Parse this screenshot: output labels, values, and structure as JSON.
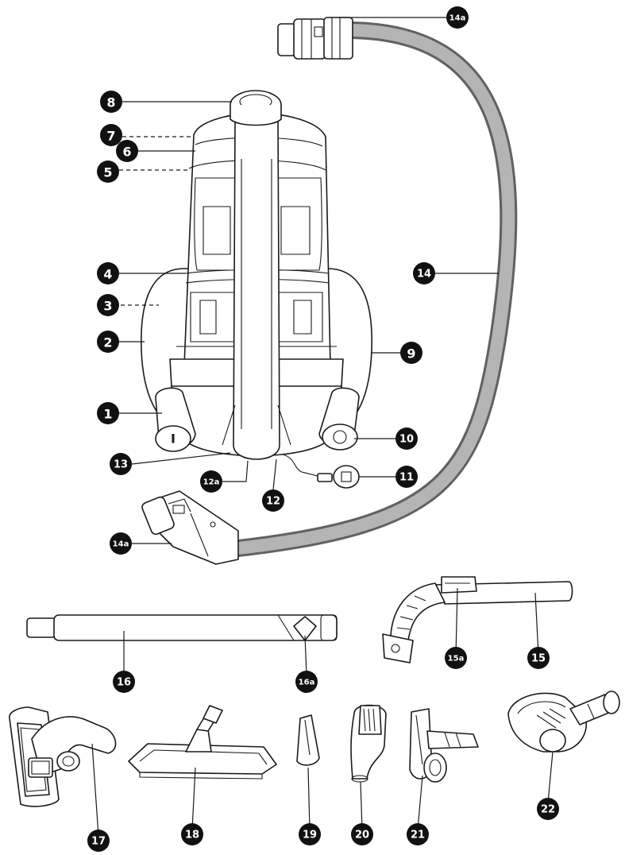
{
  "colors": {
    "line": "#1a1a1a",
    "badge": "#111111",
    "badge_text": "#ffffff",
    "hose": "#777777",
    "hose_stripe": "#d9d9d9"
  },
  "callouts": {
    "c1": "1",
    "c2": "2",
    "c3": "3",
    "c4": "4",
    "c5": "5",
    "c6": "6",
    "c7": "7",
    "c8": "8",
    "c9": "9",
    "c10": "10",
    "c11": "11",
    "c12": "12",
    "c12a": "12a",
    "c13": "13",
    "c14": "14",
    "c14a_top": "14a",
    "c14a_bottom": "14a",
    "c15": "15",
    "c15a": "15a",
    "c16": "16",
    "c16a": "16a",
    "c17": "17",
    "c18": "18",
    "c19": "19",
    "c20": "20",
    "c21": "21",
    "c22": "22"
  },
  "markings": {
    "power_switch": "I"
  }
}
